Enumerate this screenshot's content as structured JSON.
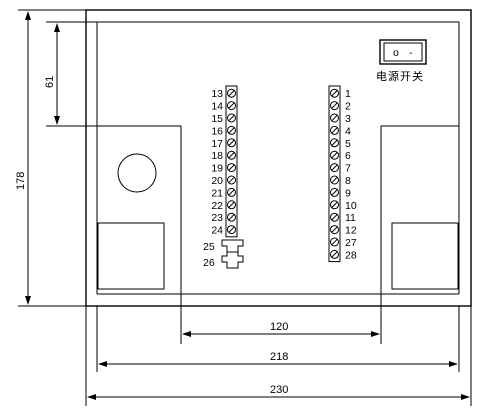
{
  "dimensions": {
    "overall_height": "178",
    "upper_height": "61",
    "width_inner_gap": "120",
    "width_inner": "218",
    "width_overall": "230"
  },
  "switch": {
    "label": "电源开关",
    "symbol_off": "o",
    "symbol_on": "-"
  },
  "terminals_left": [
    "13",
    "14",
    "15",
    "16",
    "17",
    "18",
    "19",
    "20",
    "21",
    "22",
    "23",
    "24"
  ],
  "connectors_left": [
    "25",
    "26"
  ],
  "terminals_right": [
    "1",
    "2",
    "3",
    "4",
    "5",
    "6",
    "7",
    "8",
    "9",
    "10",
    "11",
    "12",
    "27",
    "28"
  ]
}
